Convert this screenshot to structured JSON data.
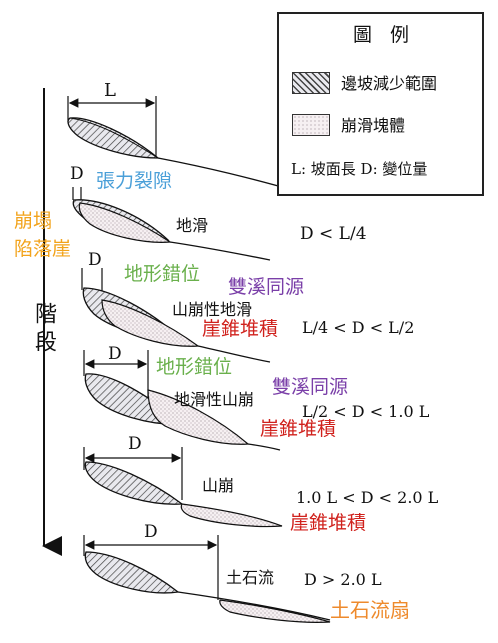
{
  "legend": {
    "title": "圖 例",
    "reduced_area_label": "邊坡減少範圍",
    "slide_block_label": "崩滑塊體",
    "definition": "L: 坡面長   D: 變位量"
  },
  "stage_axis": {
    "label": "階段"
  },
  "top_left_label": "崩塌\n陷落崖",
  "stages": [
    {
      "dim_label": "L",
      "d_label": "D",
      "type_label": "地滑",
      "condition": "D < L/4",
      "annotations": [
        "張力裂隙"
      ]
    },
    {
      "d_label": "D",
      "type_label": "山崩性地滑",
      "condition": "L/4 < D < L/2",
      "annotations": [
        "地形錯位",
        "雙溪同源",
        "崖錐堆積"
      ]
    },
    {
      "d_label": "D",
      "type_label": "地滑性山崩",
      "condition": "L/2 < D < 1.0 L",
      "annotations": [
        "地形錯位",
        "雙溪同源",
        "崖錐堆積"
      ]
    },
    {
      "d_label": "D",
      "type_label": "山崩",
      "condition": "1.0 L < D < 2.0 L",
      "annotations": [
        "崖錐堆積"
      ]
    },
    {
      "d_label": "D",
      "type_label": "土石流",
      "condition": "D > 2.0 L",
      "annotations": [
        "土石流扇"
      ]
    }
  ],
  "colors": {
    "orange": "#f2a31b",
    "blue": "#4a9fd8",
    "green": "#6ab04c",
    "purple": "#7a3fa8",
    "red": "#d0211c",
    "debris_orange": "#ee8a2c"
  }
}
